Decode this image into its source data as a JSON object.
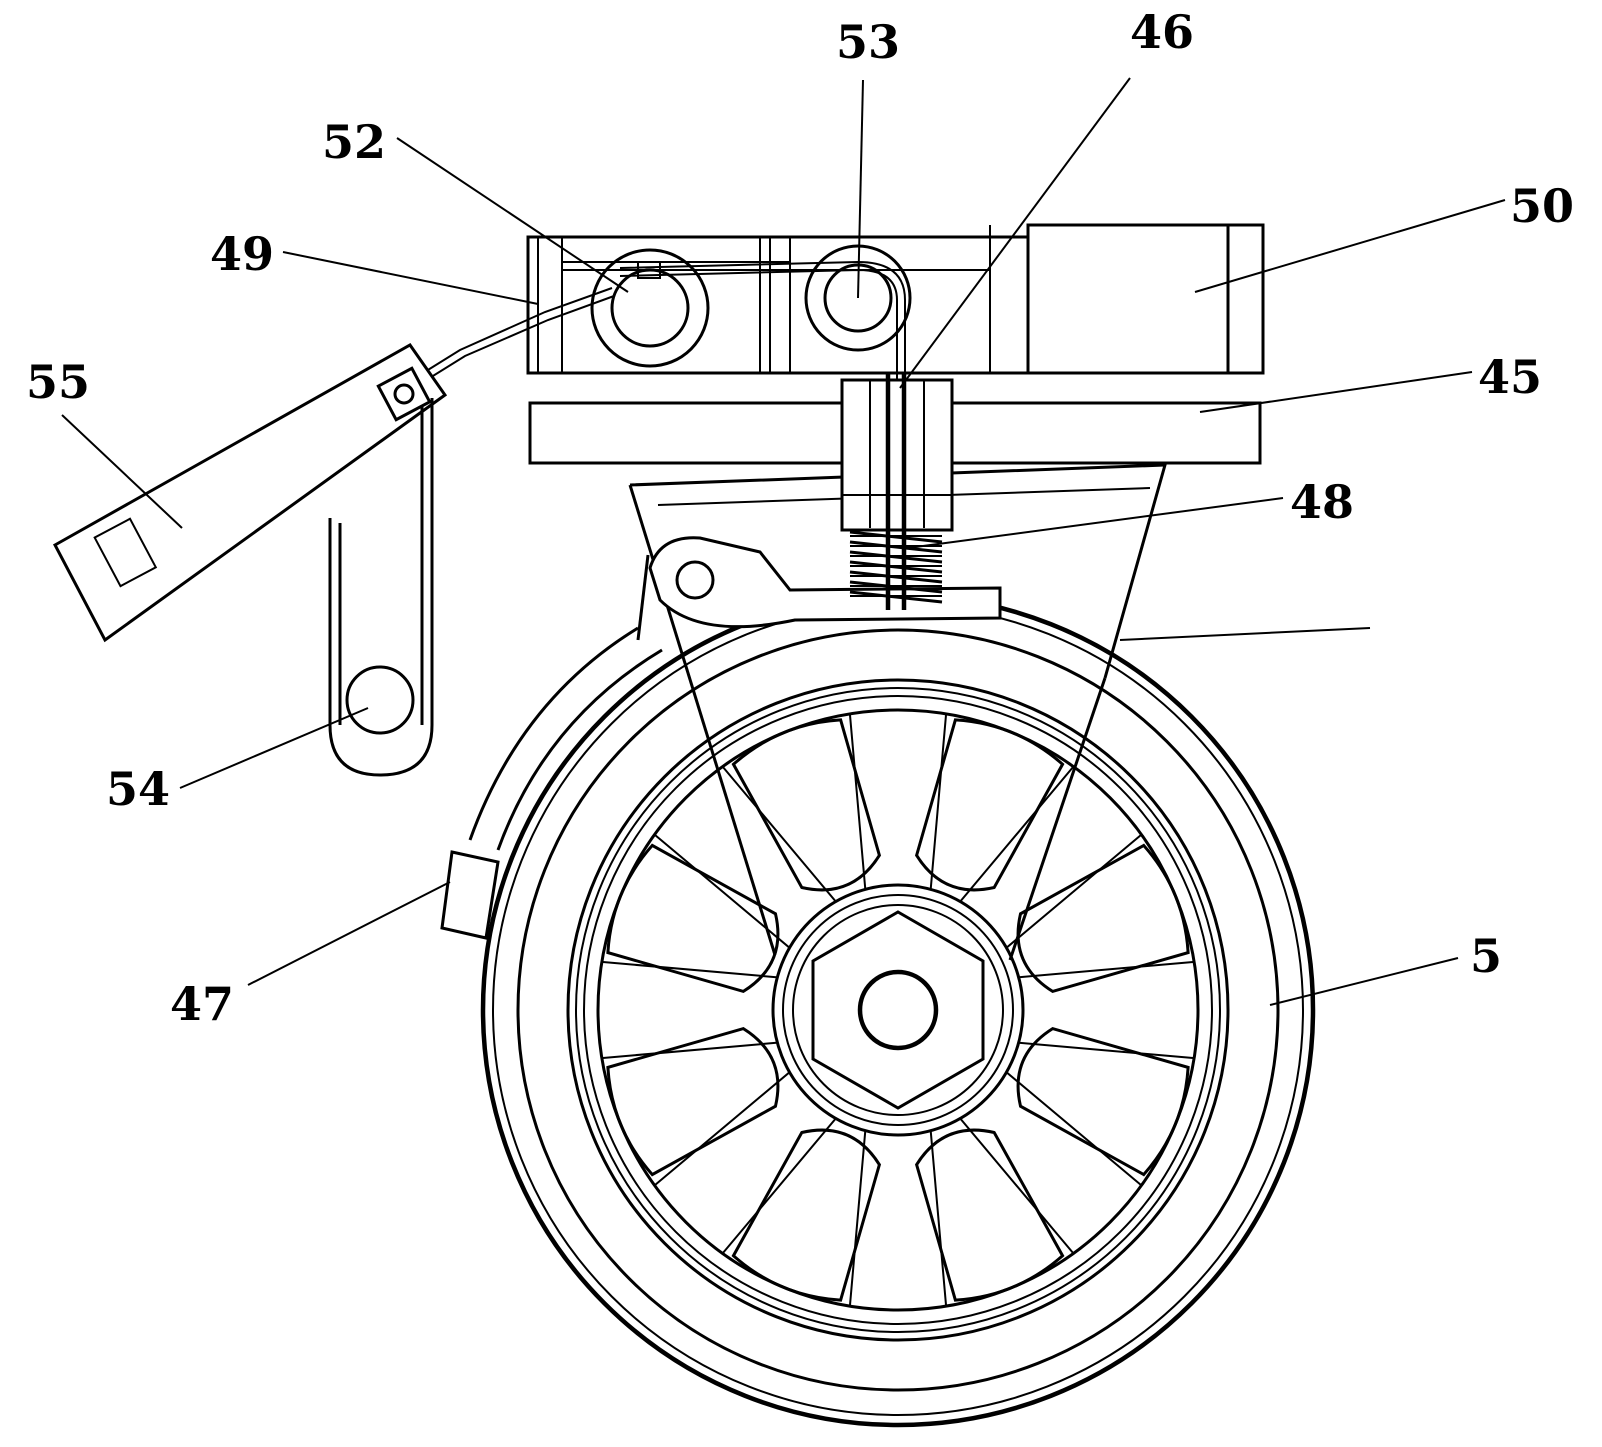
{
  "figure": {
    "labels": {
      "l55": "55",
      "l52": "52",
      "l53": "53",
      "l46": "46",
      "l50": "50",
      "l49": "49",
      "l45": "45",
      "l48": "48",
      "l54": "54",
      "l47": "47",
      "l5": "5"
    }
  }
}
